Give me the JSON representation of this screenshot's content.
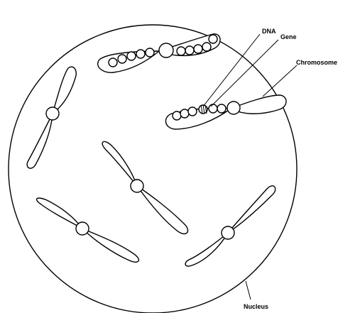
{
  "labels": {
    "dna": "DNA",
    "gene": "Gene",
    "chromosome": "Chromosome",
    "nucleus": "Nucleus"
  },
  "colors": {
    "stroke": "#000000",
    "background": "#ffffff"
  }
}
